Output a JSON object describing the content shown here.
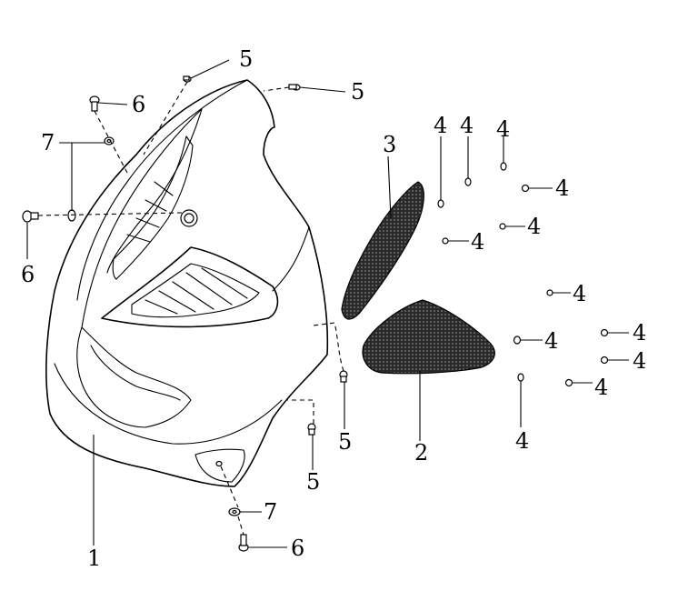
{
  "diagram": {
    "labels": {
      "fairing": "1",
      "mesh_lower": "2",
      "mesh_upper": "3",
      "nut": "4",
      "screw": "5",
      "bolt": "6",
      "washer": "7"
    },
    "colors": {
      "line": "#000000",
      "mesh_fill": "#1c1c1c",
      "background": "#ffffff"
    }
  }
}
